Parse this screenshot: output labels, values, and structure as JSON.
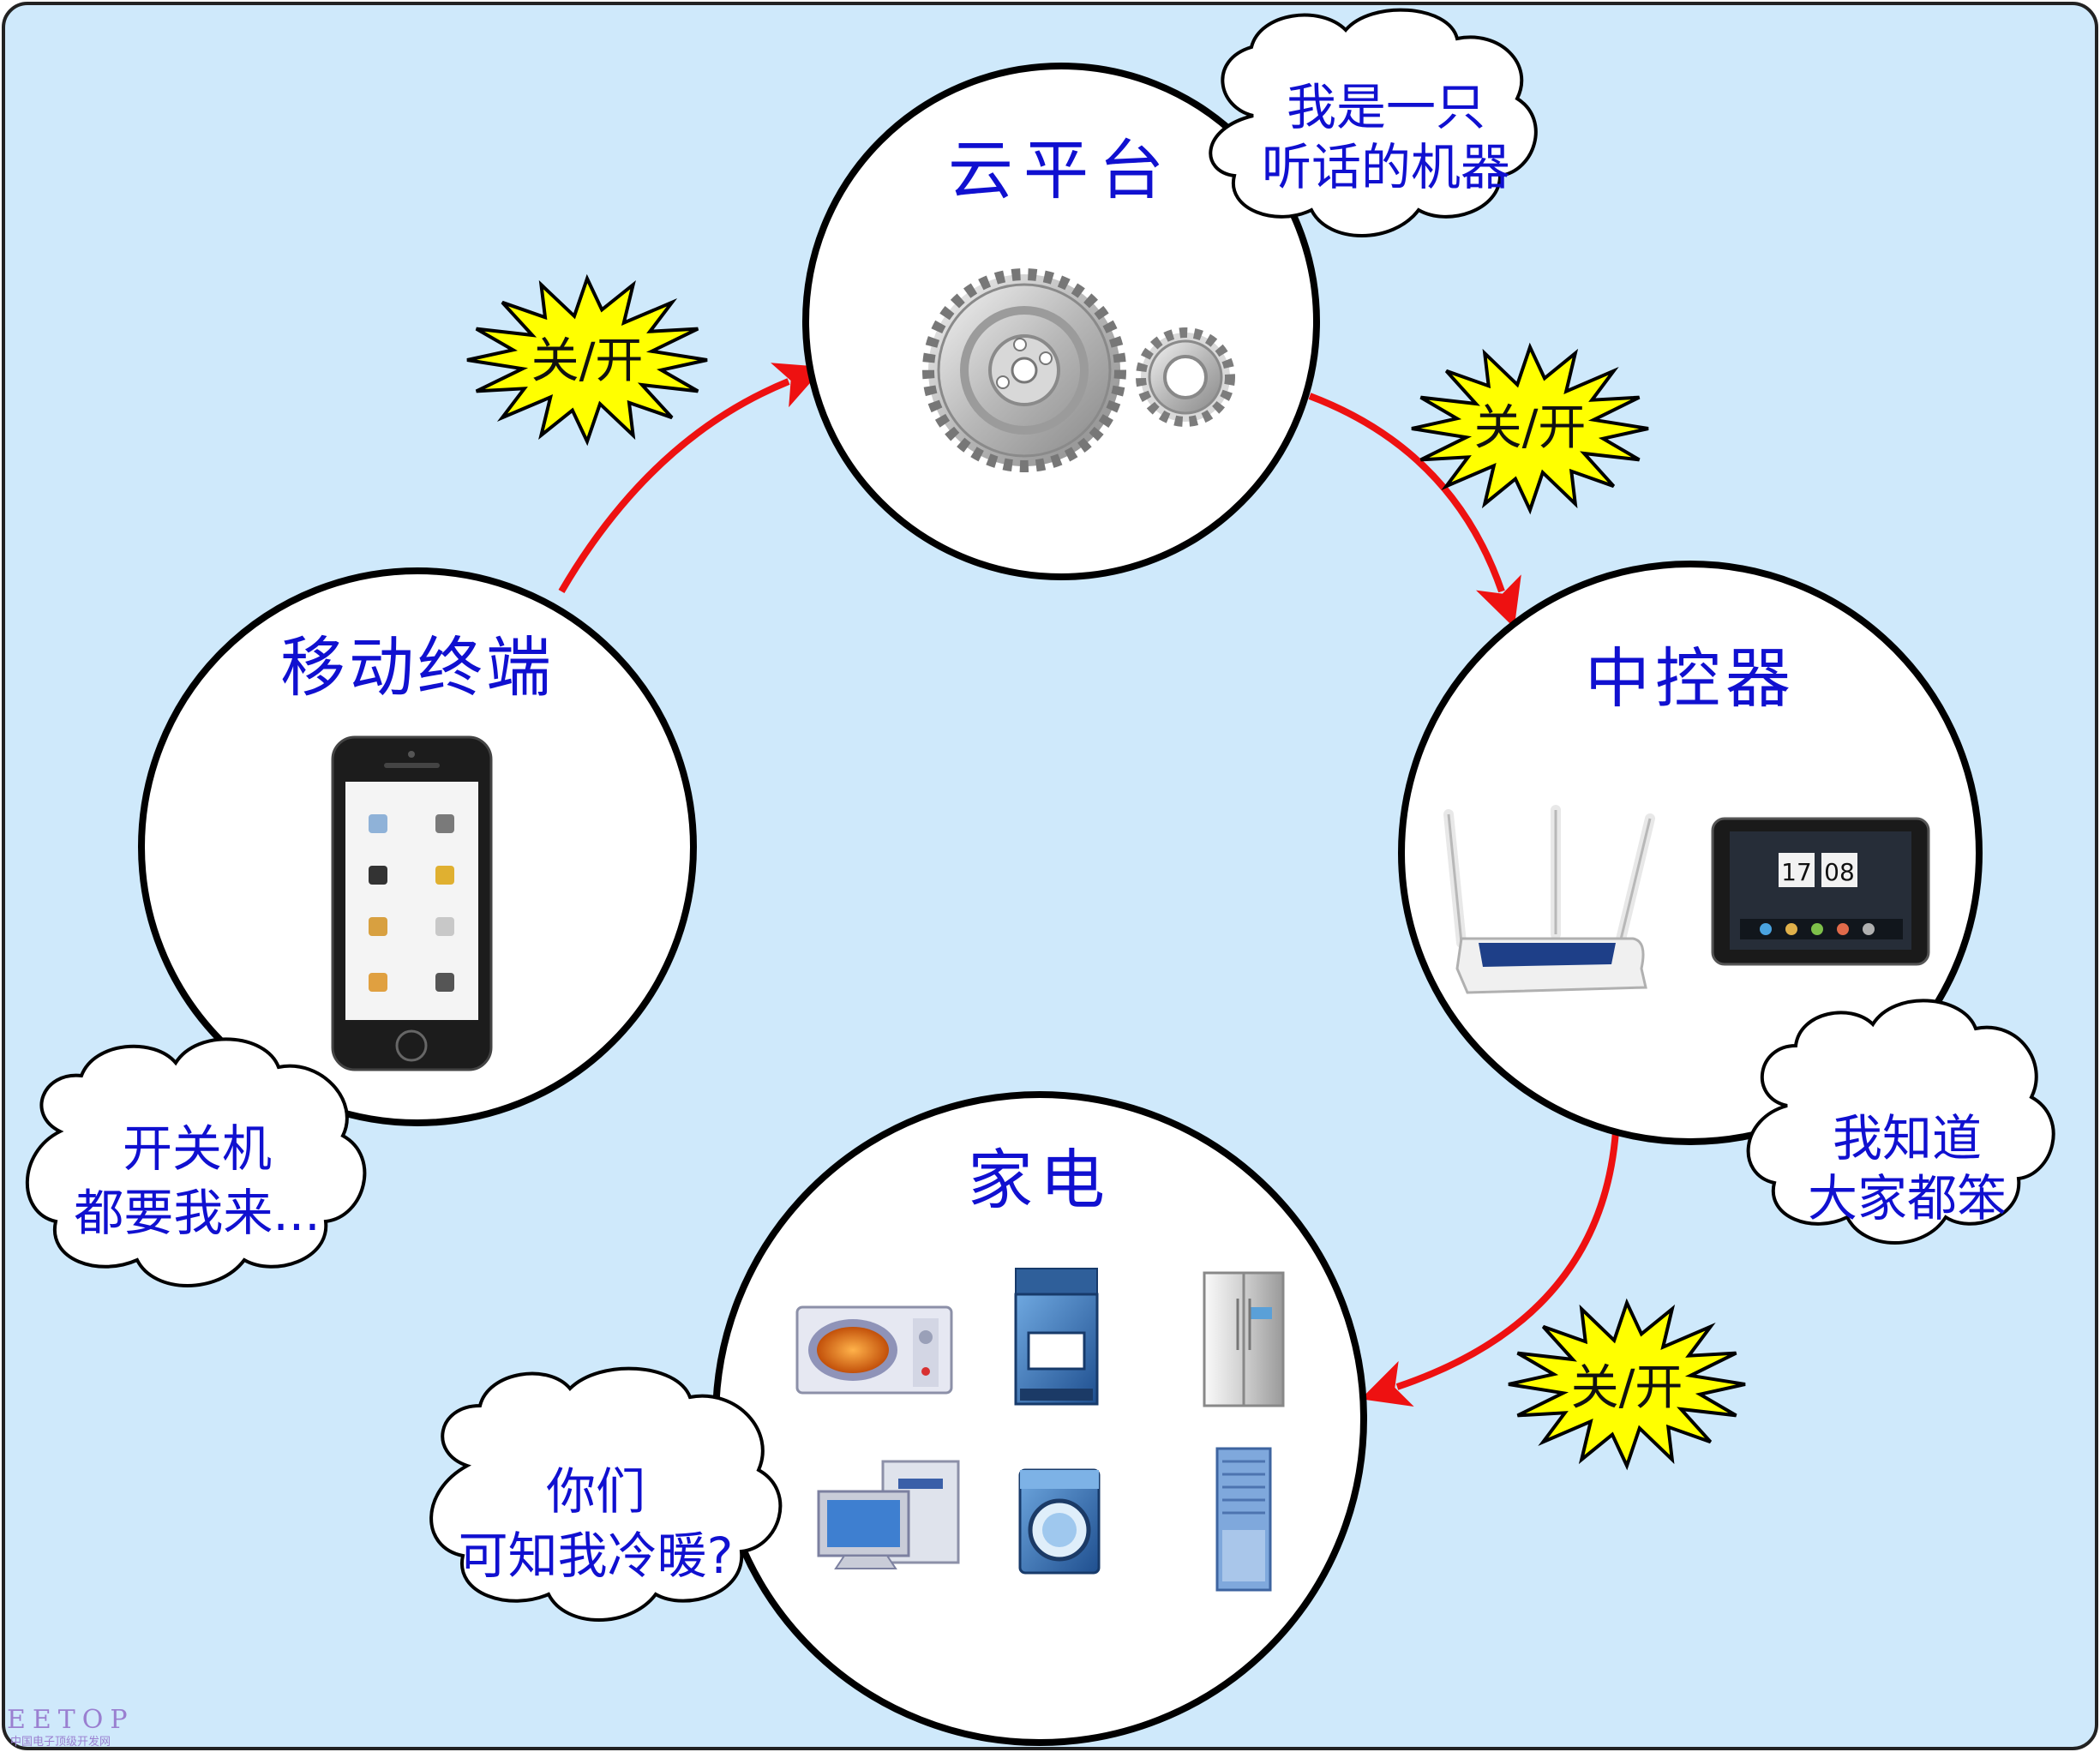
{
  "nodes": {
    "cloud": {
      "title": "云平台"
    },
    "controller": {
      "title": "中控器"
    },
    "appliance": {
      "title": "家电"
    },
    "mobile": {
      "title": "移动终端"
    }
  },
  "bubbles": {
    "cloud": {
      "line1": "我是一只",
      "line2": "听话的机器"
    },
    "controller": {
      "line1": "我知道",
      "line2": "大家都笨"
    },
    "appliance": {
      "line1": "你们",
      "line2": "可知我冷暖?"
    },
    "mobile": {
      "line1": "开关机",
      "line2": "都要我来..."
    }
  },
  "bursts": {
    "b1": "关/开",
    "b2": "关/开",
    "b3": "关/开"
  },
  "device": {
    "tablet_clock_h": "17",
    "tablet_clock_m": "08"
  },
  "watermark": {
    "brand": "EETOP",
    "sub": "中国电子顶级开发网"
  },
  "colors": {
    "background": "#cfe9fb",
    "arrow": "#ee1111",
    "title": "#1010d0",
    "burst": "#ffff00"
  }
}
